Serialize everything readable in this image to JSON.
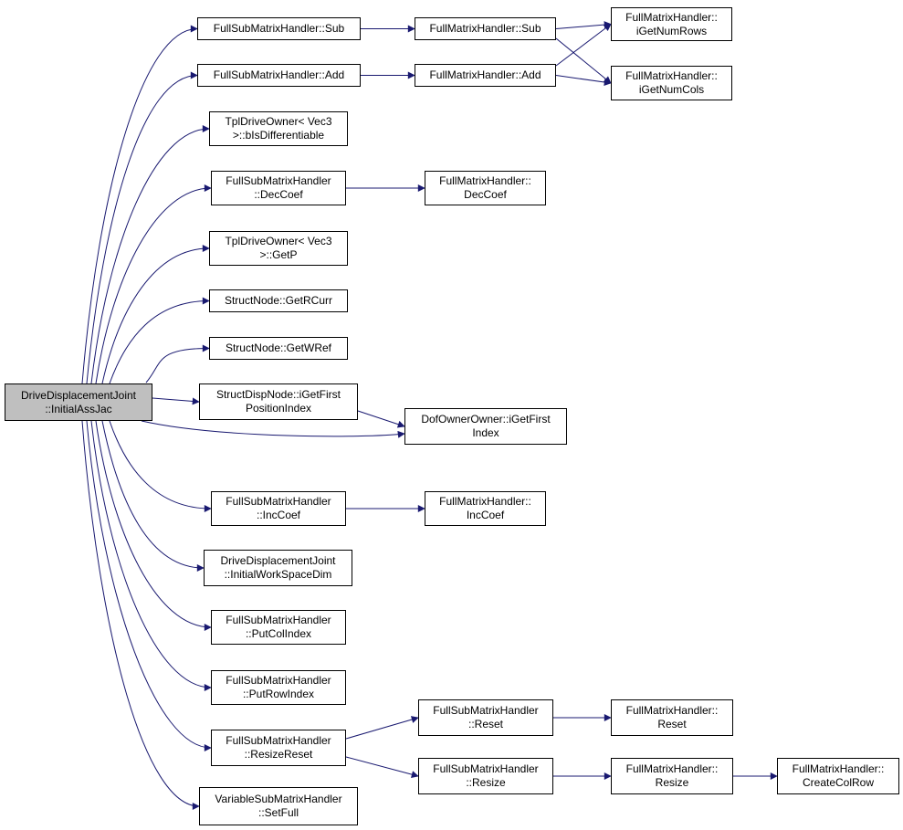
{
  "colors": {
    "edge": "#191970",
    "root_fill": "#bfbfbf",
    "node_fill": "#ffffff",
    "border": "#000000"
  },
  "nodes": [
    {
      "id": "root",
      "lines": [
        "DriveDisplacementJoint",
        "::InitialAssJac"
      ]
    },
    {
      "id": "fsmh_sub",
      "lines": [
        "FullSubMatrixHandler::Sub"
      ]
    },
    {
      "id": "fmh_sub",
      "lines": [
        "FullMatrixHandler::Sub"
      ]
    },
    {
      "id": "fmh_rows",
      "lines": [
        "FullMatrixHandler::",
        "iGetNumRows"
      ]
    },
    {
      "id": "fsmh_add",
      "lines": [
        "FullSubMatrixHandler::Add"
      ]
    },
    {
      "id": "fmh_add",
      "lines": [
        "FullMatrixHandler::Add"
      ]
    },
    {
      "id": "fmh_cols",
      "lines": [
        "FullMatrixHandler::",
        "iGetNumCols"
      ]
    },
    {
      "id": "tdo_bis",
      "lines": [
        "TplDriveOwner< Vec3",
        ">::bIsDifferentiable"
      ]
    },
    {
      "id": "fsmh_dec",
      "lines": [
        "FullSubMatrixHandler",
        "::DecCoef"
      ]
    },
    {
      "id": "fmh_dec",
      "lines": [
        "FullMatrixHandler::",
        "DecCoef"
      ]
    },
    {
      "id": "tdo_getp",
      "lines": [
        "TplDriveOwner< Vec3",
        ">::GetP"
      ]
    },
    {
      "id": "sn_rcurr",
      "lines": [
        "StructNode::GetRCurr"
      ]
    },
    {
      "id": "sn_wref",
      "lines": [
        "StructNode::GetWRef"
      ]
    },
    {
      "id": "sdn_first",
      "lines": [
        "StructDispNode::iGetFirst",
        "PositionIndex"
      ]
    },
    {
      "id": "doo_first",
      "lines": [
        "DofOwnerOwner::iGetFirst",
        "Index"
      ]
    },
    {
      "id": "fsmh_inc",
      "lines": [
        "FullSubMatrixHandler",
        "::IncCoef"
      ]
    },
    {
      "id": "fmh_inc",
      "lines": [
        "FullMatrixHandler::",
        "IncCoef"
      ]
    },
    {
      "id": "ddj_iwsd",
      "lines": [
        "DriveDisplacementJoint",
        "::InitialWorkSpaceDim"
      ]
    },
    {
      "id": "fsmh_putcol",
      "lines": [
        "FullSubMatrixHandler",
        "::PutColIndex"
      ]
    },
    {
      "id": "fsmh_putrow",
      "lines": [
        "FullSubMatrixHandler",
        "::PutRowIndex"
      ]
    },
    {
      "id": "fsmh_resizereset",
      "lines": [
        "FullSubMatrixHandler",
        "::ResizeReset"
      ]
    },
    {
      "id": "fsmh_reset",
      "lines": [
        "FullSubMatrixHandler",
        "::Reset"
      ]
    },
    {
      "id": "fmh_reset",
      "lines": [
        "FullMatrixHandler::",
        "Reset"
      ]
    },
    {
      "id": "fsmh_resize",
      "lines": [
        "FullSubMatrixHandler",
        "::Resize"
      ]
    },
    {
      "id": "fmh_resize",
      "lines": [
        "FullMatrixHandler::",
        "Resize"
      ]
    },
    {
      "id": "fmh_ccr",
      "lines": [
        "FullMatrixHandler::",
        "CreateColRow"
      ]
    },
    {
      "id": "vsmh_setfull",
      "lines": [
        "VariableSubMatrixHandler",
        "::SetFull"
      ]
    }
  ],
  "edges": [
    [
      "root",
      "fsmh_sub"
    ],
    [
      "root",
      "fsmh_add"
    ],
    [
      "root",
      "tdo_bis"
    ],
    [
      "root",
      "fsmh_dec"
    ],
    [
      "root",
      "tdo_getp"
    ],
    [
      "root",
      "sn_rcurr"
    ],
    [
      "root",
      "sn_wref"
    ],
    [
      "root",
      "sdn_first"
    ],
    [
      "root",
      "doo_first"
    ],
    [
      "root",
      "fsmh_inc"
    ],
    [
      "root",
      "ddj_iwsd"
    ],
    [
      "root",
      "fsmh_putcol"
    ],
    [
      "root",
      "fsmh_putrow"
    ],
    [
      "root",
      "fsmh_resizereset"
    ],
    [
      "root",
      "vsmh_setfull"
    ],
    [
      "fsmh_sub",
      "fmh_sub"
    ],
    [
      "fmh_sub",
      "fmh_rows"
    ],
    [
      "fmh_sub",
      "fmh_cols"
    ],
    [
      "fsmh_add",
      "fmh_add"
    ],
    [
      "fmh_add",
      "fmh_rows"
    ],
    [
      "fmh_add",
      "fmh_cols"
    ],
    [
      "fsmh_dec",
      "fmh_dec"
    ],
    [
      "sdn_first",
      "doo_first"
    ],
    [
      "fsmh_inc",
      "fmh_inc"
    ],
    [
      "fsmh_resizereset",
      "fsmh_reset"
    ],
    [
      "fsmh_resizereset",
      "fsmh_resize"
    ],
    [
      "fsmh_reset",
      "fmh_reset"
    ],
    [
      "fsmh_resize",
      "fmh_resize"
    ],
    [
      "fmh_resize",
      "fmh_ccr"
    ]
  ]
}
